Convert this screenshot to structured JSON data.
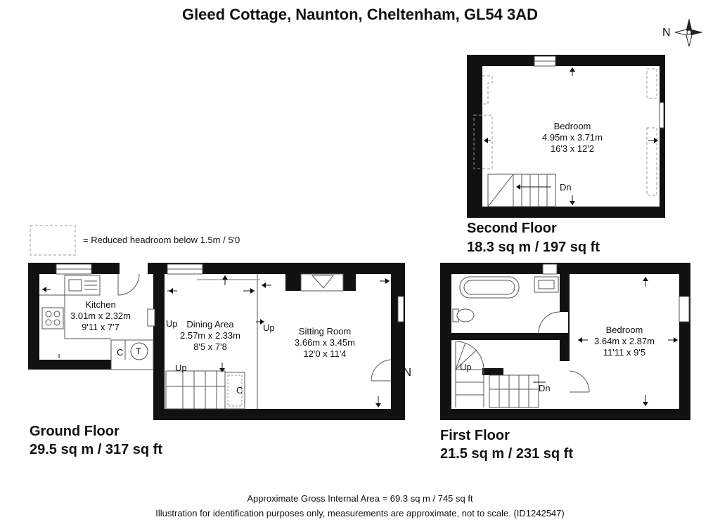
{
  "title": "Gleed Cottage, Naunton, Cheltenham, GL54 3AD",
  "compass": {
    "label": "N",
    "icon": "compass-rose-icon"
  },
  "legend": {
    "text": "= Reduced headroom below 1.5m / 5'0",
    "icon": "dashed-box-icon"
  },
  "floors": {
    "second": {
      "name": "Second Floor",
      "area": "18.3 sq m / 197 sq ft",
      "rooms": [
        {
          "name": "Bedroom",
          "metric": "4.95m x 3.71m",
          "imperial": "16'3 x 12'2"
        }
      ],
      "labels": {
        "down": "Dn"
      }
    },
    "ground": {
      "name": "Ground Floor",
      "area": "29.5 sq m / 317 sq ft",
      "rooms": [
        {
          "name": "Kitchen",
          "metric": "3.01m x 2.32m",
          "imperial": "9'11 x 7'7"
        },
        {
          "name": "Dining Area",
          "metric": "2.57m x 2.33m",
          "imperial": "8'5 x 7'8"
        },
        {
          "name": "Sitting Room",
          "metric": "3.66m x 3.45m",
          "imperial": "12'0 x 11'4"
        }
      ],
      "labels": {
        "up1": "Up",
        "up2": "Up",
        "up3": "Up",
        "cupboard1": "C",
        "cupboard2": "C",
        "tank": "T",
        "entrance": "IN"
      }
    },
    "first": {
      "name": "First Floor",
      "area": "21.5 sq m / 231 sq ft",
      "rooms": [
        {
          "name": "Bedroom",
          "metric": "3.64m x 2.87m",
          "imperial": "11'11 x 9'5"
        }
      ],
      "labels": {
        "up": "Up",
        "down": "Dn"
      }
    }
  },
  "footer": {
    "gross_area": "Approximate Gross Internal Area = 69.3 sq m / 745 sq ft",
    "disclaimer": "Illustration for identification purposes only, measurements are approximate, not to scale. (ID1242547)"
  }
}
